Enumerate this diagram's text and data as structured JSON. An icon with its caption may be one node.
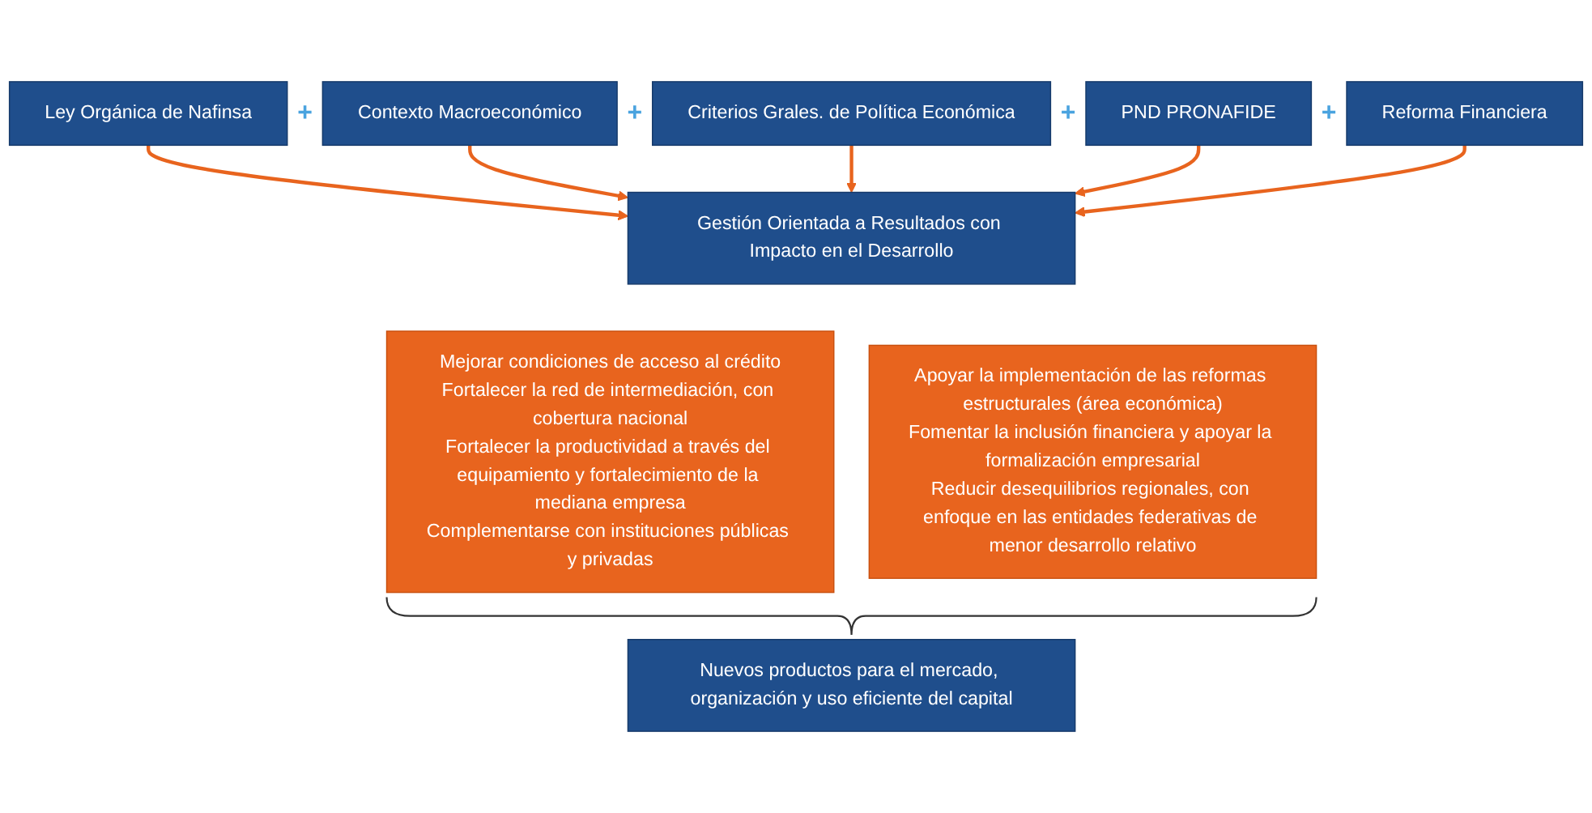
{
  "diagram": {
    "nodes": [
      {
        "text": [
          "Ley Orgánica de Nafinsa"
        ]
      },
      {
        "text": [
          "Contexto Macroeconómico"
        ]
      },
      {
        "text": [
          "Criterios Grales. de Política Económica"
        ]
      },
      {
        "text": [
          "PND PRONAFIDE"
        ]
      },
      {
        "text": [
          "Reforma Financiera"
        ]
      },
      {
        "text": [
          "Gestión Orientada a Resultados con Impacto en el Desarrollo"
        ]
      },
      {
        "text": [
          "Mejorar condiciones de acceso al crédito",
          "Fortalecer la red de intermediación, con cobertura nacional",
          "Fortalecer la productividad a través del equipamiento y fortalecimiento de la mediana empresa",
          "Complementarse con instituciones públicas y privadas"
        ]
      },
      {
        "text": [
          "Apoyar la implementación de las reformas estructurales (área económica)",
          "Fomentar la inclusión financiera y apoyar la formalización empresarial",
          "Reducir desequilibrios regionales, con enfoque en las entidades federativas de menor desarrollo relativo"
        ]
      },
      {
        "text": [
          "Nuevos productos para el mercado, organización y uso eficiente del capital"
        ]
      }
    ],
    "edges": [
      {
        "from": 0,
        "to": 5,
        "arrow": "to"
      },
      {
        "from": 1,
        "to": 5,
        "arrow": "to"
      },
      {
        "from": 2,
        "to": 5,
        "arrow": "to"
      },
      {
        "from": 3,
        "to": 5,
        "arrow": "to"
      },
      {
        "from": 4,
        "to": 5,
        "arrow": "to"
      }
    ],
    "labels": [
      "+",
      "+",
      "+",
      "+"
    ]
  }
}
